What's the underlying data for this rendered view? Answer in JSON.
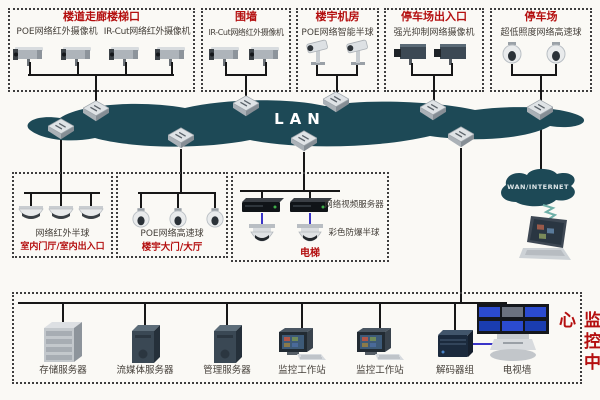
{
  "lan": {
    "label": "LAN"
  },
  "wan": {
    "label": "WAN/INTERNET"
  },
  "colors": {
    "cloud_teal": "#1d4956",
    "title_red": "#b40f0f",
    "label_dark": "#45403a",
    "line_black": "#171717",
    "cable_blue": "#3a35c8",
    "screen_blue": "#2b4bd0"
  },
  "top_groups": [
    {
      "title": "楼道走廊楼梯口",
      "label1": "POE网络红外摄像机",
      "label2": "IR-Cut网络红外摄像机",
      "icon": "bullet-camera-icon",
      "camera_count": 4
    },
    {
      "title": "围墙",
      "label1": "IR-Cut网络红外摄像机",
      "icon": "bullet-camera-icon",
      "camera_count": 2
    },
    {
      "title": "楼宇机房",
      "label1": "POE网络智能半球",
      "icon": "ptz-camera-icon",
      "camera_count": 2
    },
    {
      "title": "停车场出入口",
      "label1": "强光抑制网络摄像机",
      "icon": "box-camera-icon",
      "camera_count": 2
    },
    {
      "title": "停车场",
      "label1": "超低照度网络高速球",
      "icon": "speed-dome-icon",
      "camera_count": 2
    }
  ],
  "mid_groups": [
    {
      "title": "室内门厅/室内出入口",
      "label": "网络红外半球",
      "icon": "dome-camera-icon",
      "camera_count": 3
    },
    {
      "title": "楼宇大门/大厅",
      "label": "POE网络高速球",
      "icon": "speed-dome-icon",
      "camera_count": 3
    },
    {
      "title": "电梯",
      "label1": "网络视频服务器",
      "label2": "彩色防爆半球",
      "icon1": "video-server-icon",
      "icon2": "explosion-proof-dome-icon",
      "camera_count": 2
    }
  ],
  "wan_section": {
    "device_icon": "laptop-icon",
    "wireless_icon": "wireless-link-icon"
  },
  "network": {
    "switch_icon": "network-switch-icon",
    "switch_count": 9
  },
  "control_center": {
    "title": "监控中心",
    "devices": [
      {
        "label": "存储服务器",
        "icon": "storage-server-icon"
      },
      {
        "label": "流媒体服务器",
        "icon": "tower-server-icon"
      },
      {
        "label": "管理服务器",
        "icon": "tower-server-icon"
      },
      {
        "label": "监控工作站",
        "icon": "workstation-icon"
      },
      {
        "label": "监控工作站",
        "icon": "workstation-icon"
      },
      {
        "label": "解码器组",
        "icon": "decoder-icon"
      },
      {
        "label": "电视墙",
        "icon": "tv-wall-icon"
      }
    ]
  }
}
